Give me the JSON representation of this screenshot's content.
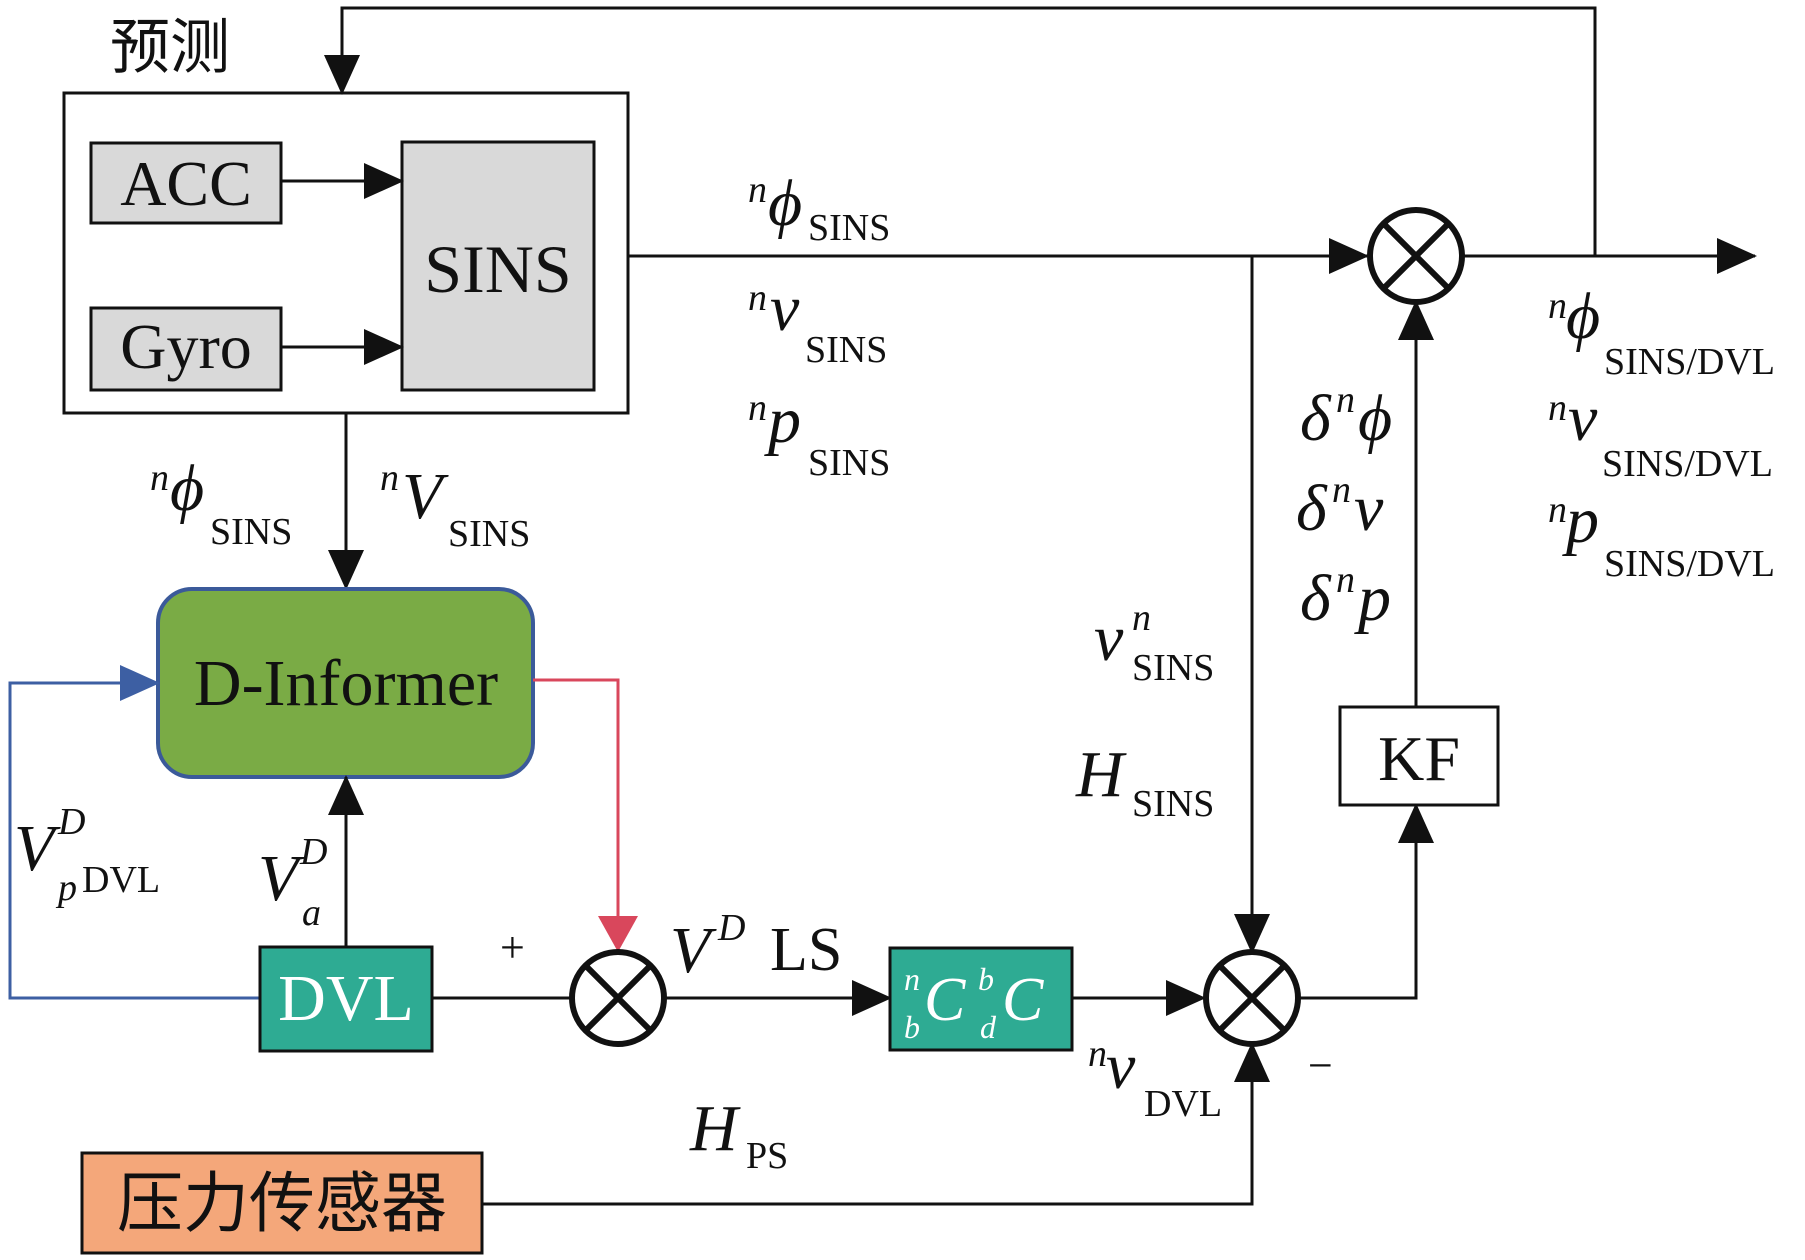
{
  "labels": {
    "predict": "预测",
    "acc": "ACC",
    "gyro": "Gyro",
    "sins": "SINS",
    "d_informer": "D-Informer",
    "dvl": "DVL",
    "kf": "KF",
    "pressure_sensor": "压力传感器",
    "ls": "LS",
    "plus": "+",
    "minus": "−"
  },
  "math": {
    "n": "n",
    "phi": "ϕ",
    "v": "v",
    "V": "V",
    "p": "p",
    "H": "H",
    "C": "C",
    "b": "b",
    "d": "d",
    "D": "D",
    "a": "a",
    "delta": "δ",
    "sub_sins": "SINS",
    "sub_sins_dvl": "SINS/DVL",
    "sub_dvl": "DVL",
    "sub_pdvl_p": "p",
    "sub_pdvl_dvl": "DVL",
    "sub_ps": "PS"
  },
  "colors": {
    "block_gray": "#d9d9d9",
    "d_informer_fill": "#7aab45",
    "d_informer_border": "#3b5a9a",
    "teal": "#2eab93",
    "orange": "#f4a77a",
    "feedback_blue": "#3d5fa3",
    "feedback_red": "#d9475c"
  }
}
